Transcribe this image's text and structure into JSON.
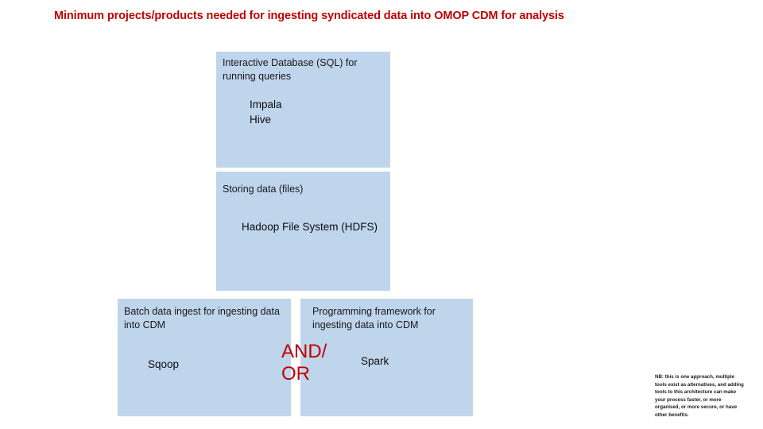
{
  "slide": {
    "title": "Minimum projects/products needed for ingesting syndicated data into OMOP CDM for analysis",
    "accent_red": "#c00000",
    "block_blue": "#bed5ec",
    "text_color": "#111111"
  },
  "blocks": {
    "sql": {
      "heading": "Interactive Database (SQL) for running queries",
      "items": "Impala\nHive"
    },
    "storage": {
      "heading": "Storing data (files)",
      "items": "Hadoop File System (HDFS)"
    },
    "batch": {
      "heading": "Batch data ingest for ingesting data into CDM",
      "items": "Sqoop"
    },
    "framework": {
      "heading": "Programming framework for ingesting data into CDM",
      "items": "Spark"
    }
  },
  "connector": {
    "line1": "AND/",
    "line2": "OR"
  },
  "footnote": {
    "text": "NB: this is one approach, multiple tools exist as alternatives, and adding tools to this architecture can make your process faster, or more organised, or more secure, or have other benefits."
  }
}
